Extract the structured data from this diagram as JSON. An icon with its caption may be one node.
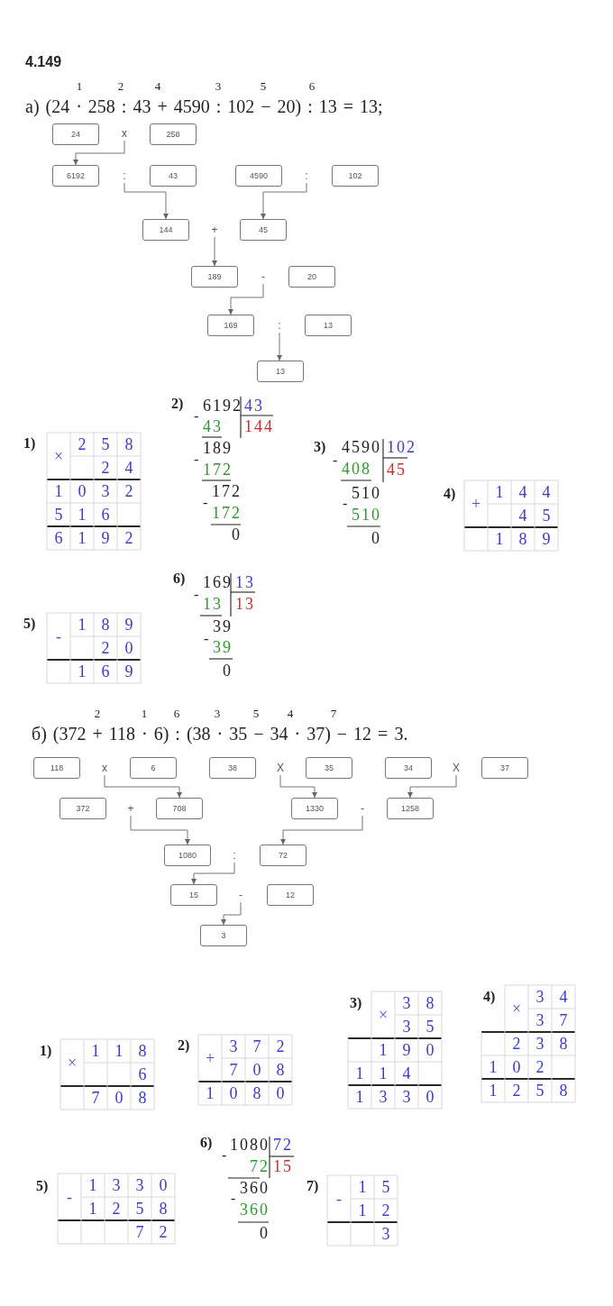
{
  "diagram": {
    "title": "4.149",
    "nodes": [
      {
        "text": [
          "24"
        ]
      },
      {
        "text": [
          "x"
        ]
      },
      {
        "text": [
          "258"
        ]
      },
      {
        "text": [
          "6192"
        ]
      },
      {
        "text": [
          ":"
        ]
      },
      {
        "text": [
          "43"
        ]
      },
      {
        "text": [
          "4590"
        ]
      },
      {
        "text": [
          ":"
        ]
      },
      {
        "text": [
          "102"
        ]
      },
      {
        "text": [
          "144"
        ]
      },
      {
        "text": [
          "+"
        ]
      },
      {
        "text": [
          "45"
        ]
      },
      {
        "text": [
          "189"
        ]
      },
      {
        "text": [
          "-"
        ]
      },
      {
        "text": [
          "20"
        ]
      },
      {
        "text": [
          "169"
        ]
      },
      {
        "text": [
          ":"
        ]
      },
      {
        "text": [
          "13"
        ]
      },
      {
        "text": [
          "13"
        ]
      },
      {
        "text": [
          "118"
        ]
      },
      {
        "text": [
          "x"
        ]
      },
      {
        "text": [
          "6"
        ]
      },
      {
        "text": [
          "38"
        ]
      },
      {
        "text": [
          "X"
        ]
      },
      {
        "text": [
          "35"
        ]
      },
      {
        "text": [
          "34"
        ]
      },
      {
        "text": [
          "X"
        ]
      },
      {
        "text": [
          "37"
        ]
      },
      {
        "text": [
          "372"
        ]
      },
      {
        "text": [
          "+"
        ]
      },
      {
        "text": [
          "708"
        ]
      },
      {
        "text": [
          "1330"
        ]
      },
      {
        "text": [
          "-"
        ]
      },
      {
        "text": [
          "1258"
        ]
      },
      {
        "text": [
          "1080"
        ]
      },
      {
        "text": [
          ":"
        ]
      },
      {
        "text": [
          "72"
        ]
      },
      {
        "text": [
          "15"
        ]
      },
      {
        "text": [
          "-"
        ]
      },
      {
        "text": [
          "12"
        ]
      },
      {
        "text": [
          "3"
        ]
      }
    ],
    "edges": [
      {
        "from": 1,
        "to": 3,
        "arrow": "to"
      },
      {
        "from": 4,
        "to": 9,
        "arrow": "to"
      },
      {
        "from": 7,
        "to": 11,
        "arrow": "to"
      },
      {
        "from": 10,
        "to": 12,
        "arrow": "to"
      },
      {
        "from": 13,
        "to": 15,
        "arrow": "to"
      },
      {
        "from": 16,
        "to": 18,
        "arrow": "to"
      },
      {
        "from": 20,
        "to": 30,
        "arrow": "to"
      },
      {
        "from": 23,
        "to": 31,
        "arrow": "to"
      },
      {
        "from": 26,
        "to": 33,
        "arrow": "to"
      },
      {
        "from": 29,
        "to": 34,
        "arrow": "to"
      },
      {
        "from": 32,
        "to": 36,
        "arrow": "to"
      },
      {
        "from": 35,
        "to": 37,
        "arrow": "to"
      },
      {
        "from": 38,
        "to": 40,
        "arrow": "to"
      }
    ],
    "labels": [
      "1",
      "2",
      "4",
      "3",
      "5",
      "6",
      "а) (24 · 258 : 43 + 4590 : 102 − 20) : 13 = 13;",
      "1)",
      "×",
      "2 5 8",
      "2 4",
      "1 0 3 2",
      "5 1 6",
      "6 1 9 2",
      "2)",
      "6192",
      "43",
      "-",
      "43",
      "144",
      "189",
      "-",
      "172",
      "172",
      "-",
      "172",
      "0",
      "3)",
      "4590",
      "102",
      "-",
      "408",
      "45",
      "510",
      "-",
      "510",
      "0",
      "4)",
      "+",
      "1 4 4",
      "4 5",
      "1 8 9",
      "5)",
      "-",
      "1 8 9",
      "2 0",
      "1 6 9",
      "6)",
      "169",
      "13",
      "-",
      "13",
      "13",
      "39",
      "-",
      "39",
      "0",
      "2",
      "1",
      "6",
      "3",
      "5",
      "4",
      "7",
      "б) (372 + 118 · 6) : (38 · 35 − 34 · 37) − 12 = 3.",
      "1)",
      "×",
      "1 1 8",
      "6",
      "7 0 8",
      "2)",
      "+",
      "3 7 2",
      "7 0 8",
      "1 0 8 0",
      "3)",
      "×",
      "3 8",
      "3 5",
      "1 9 0",
      "1 1 4",
      "1 3 3 0",
      "4)",
      "×",
      "3 4",
      "3 7",
      "2 3 8",
      "1 0 2",
      "1 2 5 8",
      "6)",
      "1080",
      "72",
      "-",
      "72",
      "15",
      "360",
      "-",
      "360",
      "0",
      "5)",
      "-",
      "1 3 3 0",
      "1 2 5 8",
      "7 2",
      "7)",
      "-",
      "1 5",
      "1 2",
      "3"
    ]
  }
}
